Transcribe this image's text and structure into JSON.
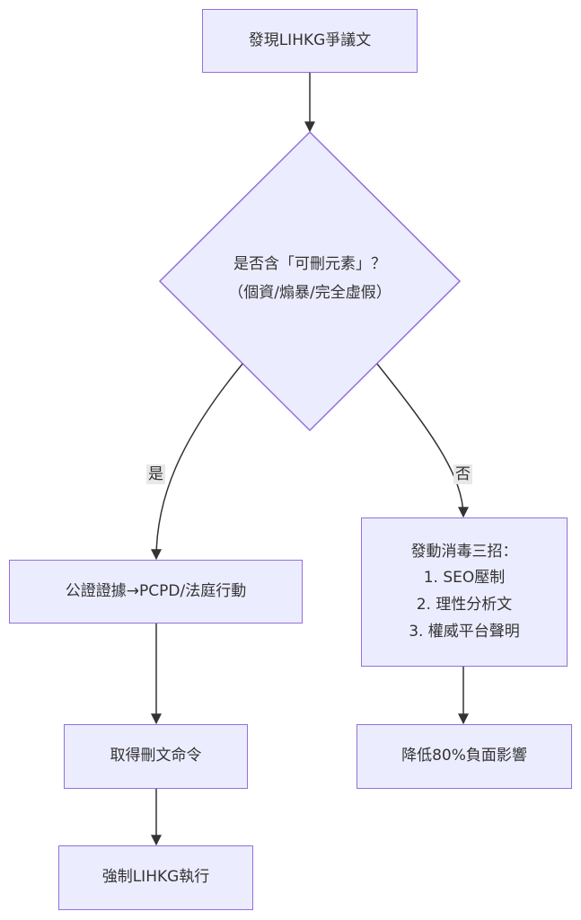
{
  "flowchart": {
    "start": "發現LIHKG爭議文",
    "decision": {
      "line1": "是否含「可刪元素」？",
      "line2": "（個資/煽暴/完全虛假）"
    },
    "yes_label": "是",
    "no_label": "否",
    "legal": "公證證據→PCPD/法庭行動",
    "order": "取得刪文命令",
    "enforce": "強制LIHKG執行",
    "detox": {
      "title": "發動消毒三招：",
      "items": [
        "1. SEO壓制",
        "2. 理性分析文",
        "3. 權威平台聲明"
      ]
    },
    "result": "降低80%負面影響"
  },
  "colors": {
    "node_fill": "#ececff",
    "node_border": "#9370db",
    "edge": "#333333",
    "label_bg": "#e8e8e8"
  }
}
